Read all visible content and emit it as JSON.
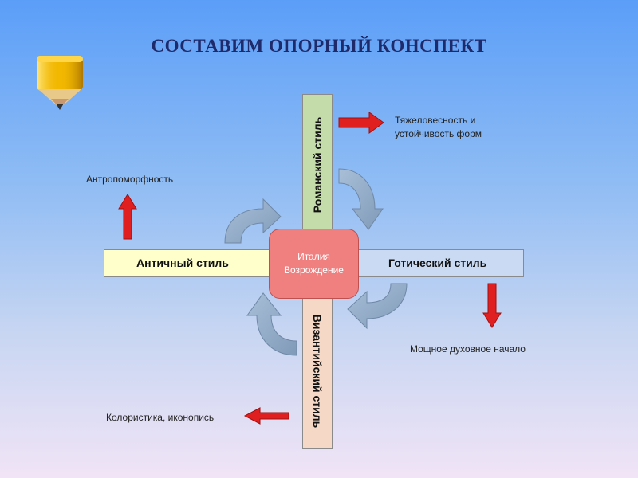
{
  "title": "СОСТАВИМ ОПОРНЫЙ КОНСПЕКТ",
  "colors": {
    "title": "#1f2a6b",
    "red_arrow": "#e02020",
    "curved_arrow": "#8fa9c6",
    "center_box": "#f08080"
  },
  "icons": {
    "pencil": "pencil-icon"
  },
  "center": {
    "line1": "Италия",
    "line2": "Возрождение"
  },
  "styles": {
    "left": "Античный стиль",
    "right": "Готический стиль",
    "top": "Романский стиль",
    "bottom": "Византийский стиль"
  },
  "notes": {
    "top_right_line1": "Тяжеловесность и",
    "top_right_line2": "устойчивость форм",
    "left": "Антропоморфность",
    "right": "Мощное духовное начало",
    "bottom": "Колористика, иконопись"
  }
}
